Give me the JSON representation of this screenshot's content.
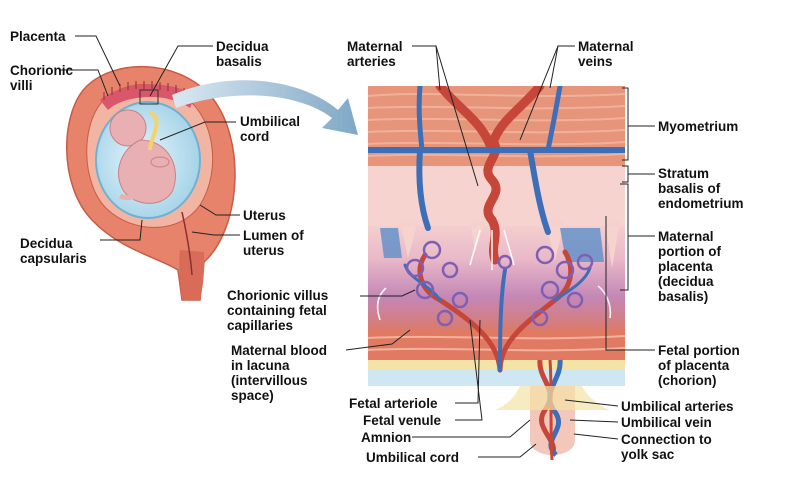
{
  "labels": {
    "placenta": "Placenta",
    "chorionic_villi": "Chorionic\nvilli",
    "decidua_basalis_left": "Decidua\nbasalis",
    "umbilical_cord_left": "Umbilical\ncord",
    "uterus": "Uterus",
    "lumen_of_uterus": "Lumen of\nuterus",
    "decidua_capsularis": "Decidua\ncapsularis",
    "maternal_arteries": "Maternal\narteries",
    "maternal_veins": "Maternal\nveins",
    "myometrium": "Myometrium",
    "stratum_basalis": "Stratum\nbasalis of\nendometrium",
    "maternal_portion": "Maternal\nportion of\nplacenta\n(decidua\nbasalis)",
    "chorionic_villus": "Chorionic villus\ncontaining fetal\ncapillaries",
    "maternal_blood": "Maternal blood\nin lacuna\n(intervillous\nspace)",
    "fetal_portion": "Fetal portion\nof placenta\n(chorion)",
    "fetal_arteriole": "Fetal arteriole",
    "fetal_venule": "Fetal venule",
    "amnion": "Amnion",
    "umbilical_cord_bottom": "Umbilical cord",
    "umbilical_arteries": "Umbilical arteries",
    "umbilical_vein": "Umbilical vein",
    "connection_yolk_sac": "Connection to\nyolk sac"
  },
  "colors": {
    "uterus_wall": "#e8836b",
    "uterus_dark": "#c95a45",
    "myometrium": "#e6947a",
    "endometrium": "#f6d3cf",
    "lacuna": "#c97fa8",
    "maternal_artery": "#c7463a",
    "maternal_vein": "#3d6fb8",
    "fetal_sac": "#bfe3f2",
    "fetus": "#e9b0b3",
    "arrow": "#8fb4cf"
  }
}
